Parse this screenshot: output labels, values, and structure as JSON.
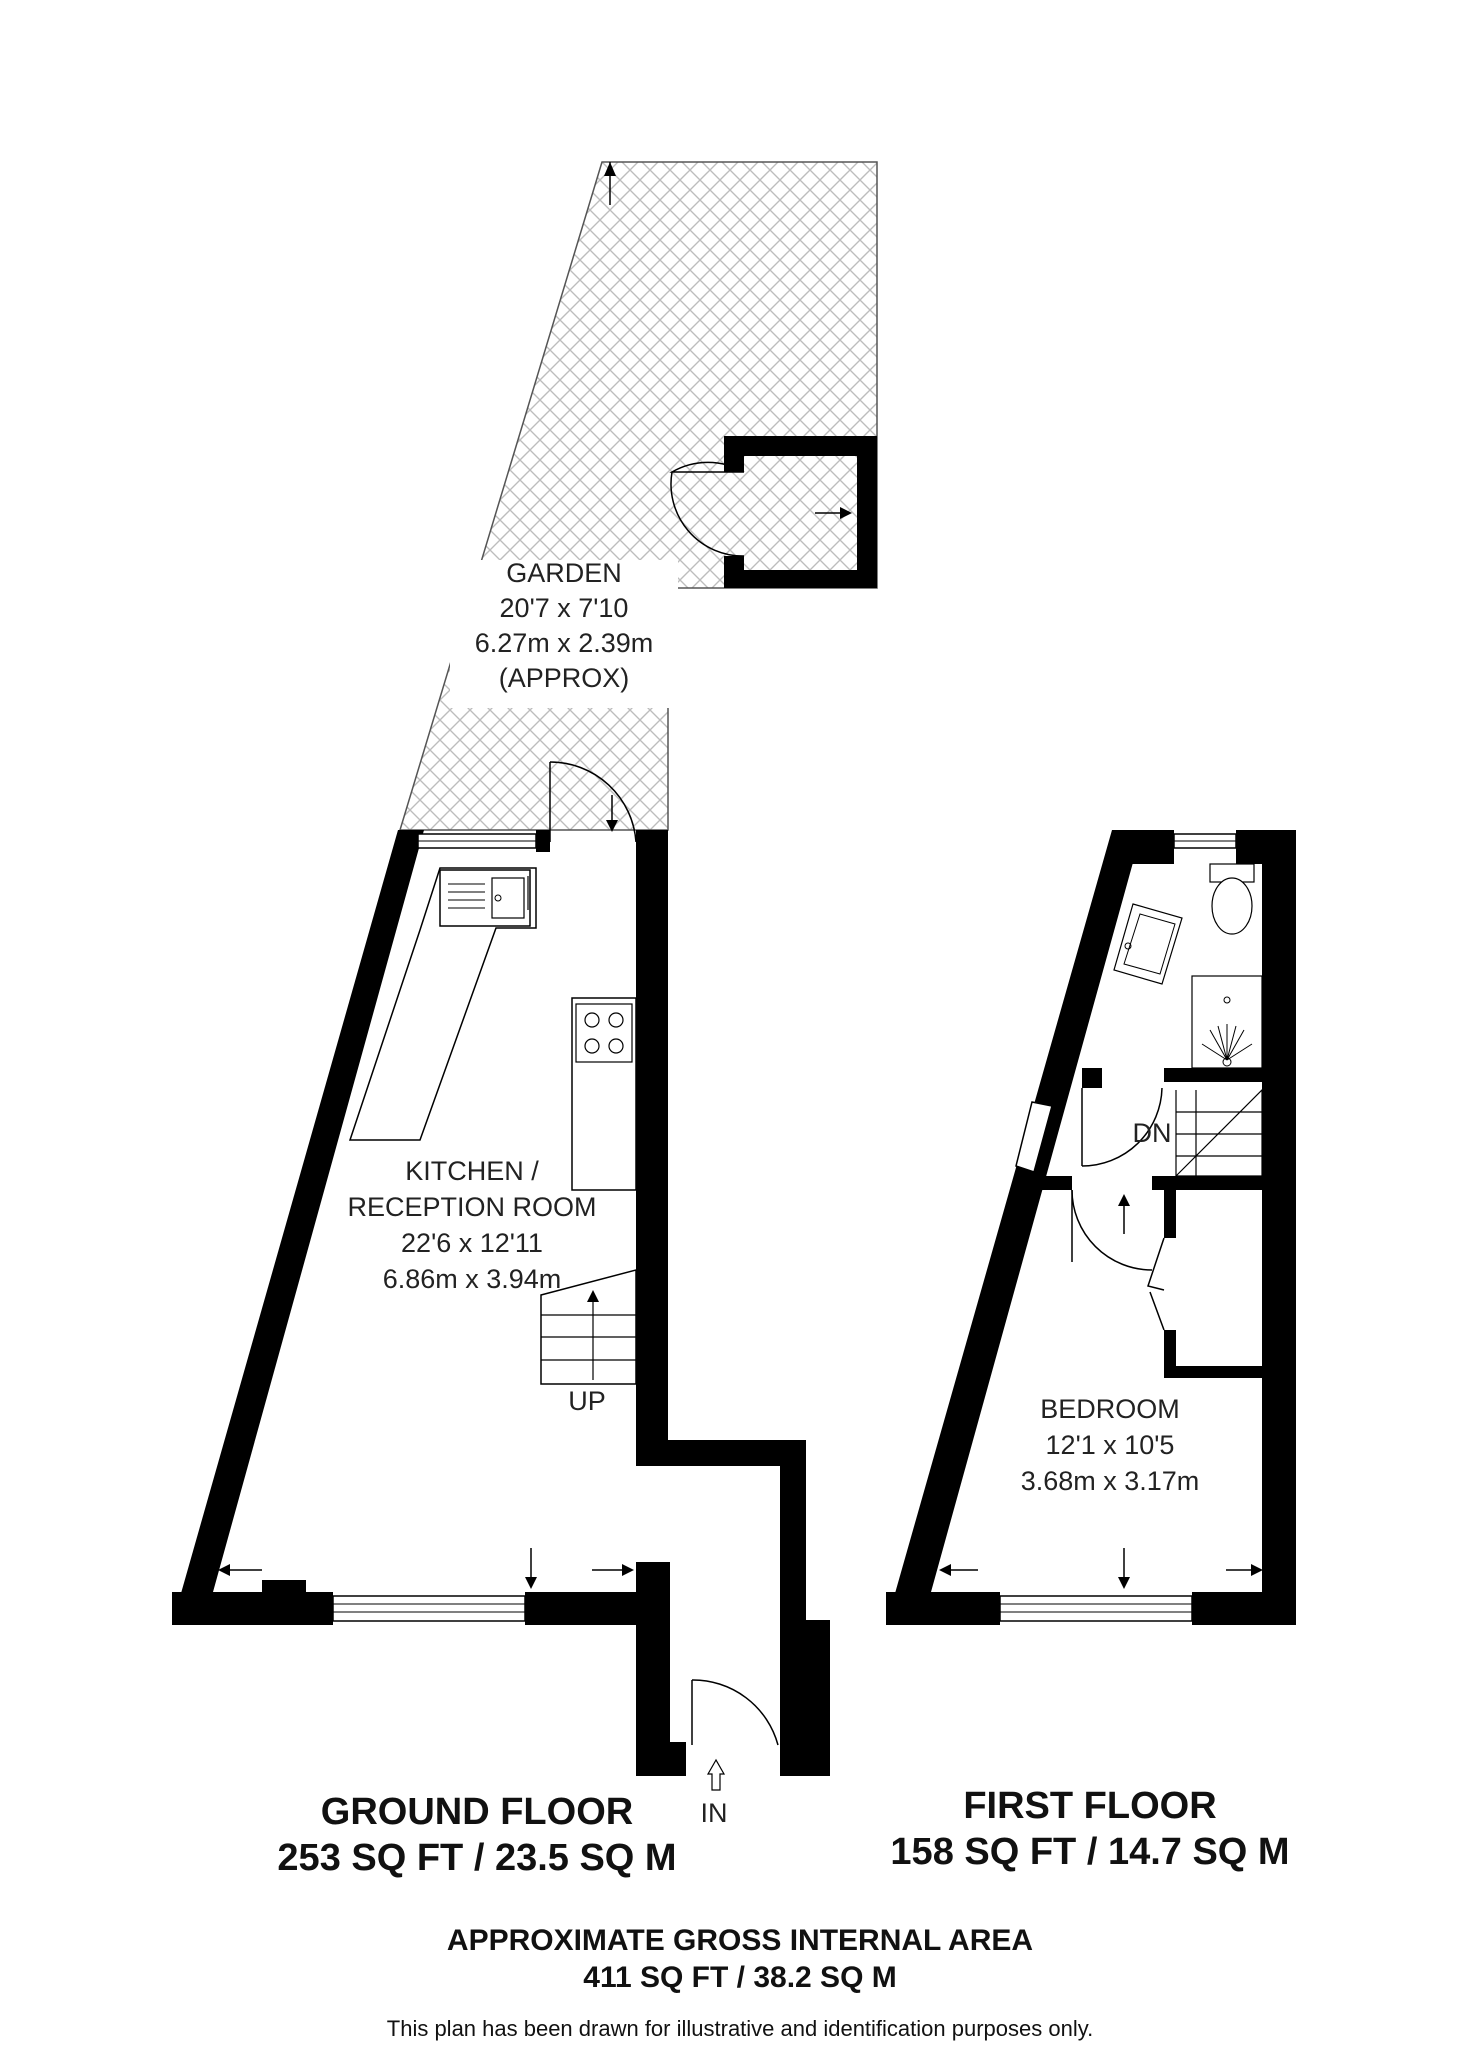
{
  "garden": {
    "name": "GARDEN",
    "imperial": "20'7 x 7'10",
    "metric": "6.27m x 2.39m",
    "note": "(APPROX)"
  },
  "kitchen": {
    "name_line1": "KITCHEN /",
    "name_line2": "RECEPTION ROOM",
    "imperial": "22'6 x 12'11",
    "metric": "6.86m x 3.94m"
  },
  "bedroom": {
    "name": "BEDROOM",
    "imperial": "12'1 x 10'5",
    "metric": "3.68m x 3.17m"
  },
  "stairs": {
    "up_label": "UP",
    "down_label": "DN"
  },
  "entrance": {
    "label": "IN"
  },
  "ground_floor": {
    "title": "GROUND FLOOR",
    "area": "253 SQ FT / 23.5 SQ M"
  },
  "first_floor": {
    "title": "FIRST FLOOR",
    "area": "158 SQ FT / 14.7 SQ M"
  },
  "total": {
    "title": "APPROXIMATE GROSS INTERNAL AREA",
    "area": "411 SQ FT / 38.2 SQ M"
  },
  "disclaimer": "This plan has been drawn for illustrative and identification purposes only.",
  "colors": {
    "wall": "#000000",
    "hatch": "#cfcfcf",
    "text": "#222222"
  }
}
